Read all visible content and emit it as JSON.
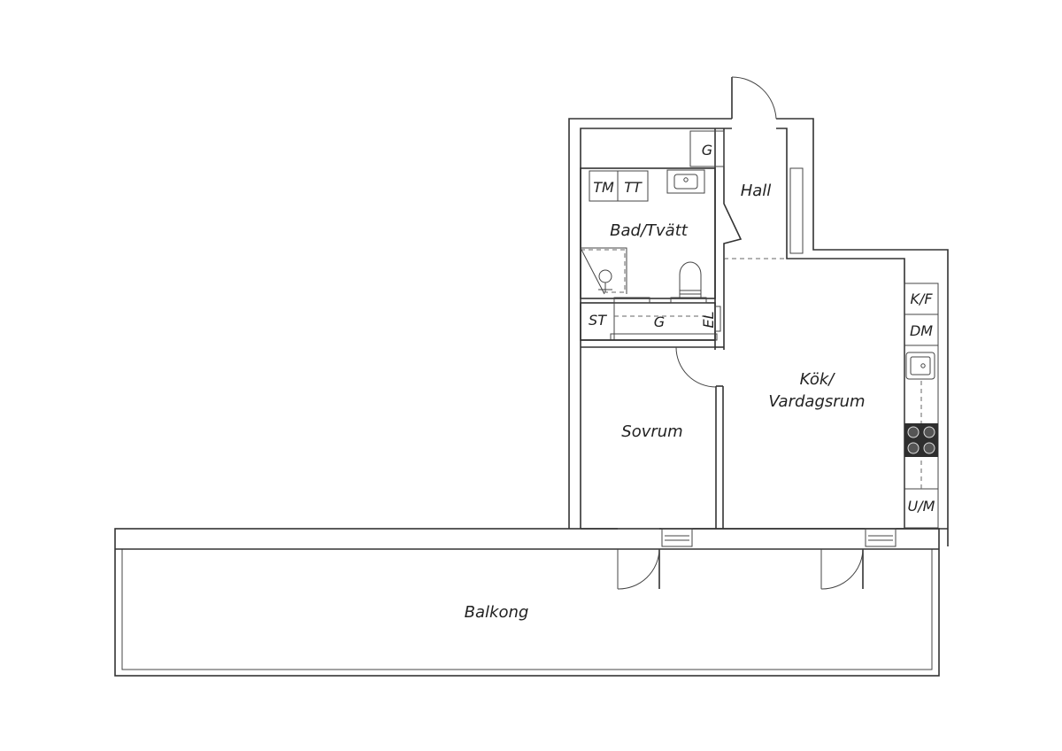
{
  "rooms": {
    "hall": "Hall",
    "bad": "Bad/Tvätt",
    "kok_line1": "Kök/",
    "kok_line2": "Vardagsrum",
    "sovrum": "Sovrum",
    "balkong": "Balkong"
  },
  "fixtures": {
    "garderob_hall": "G",
    "tm": "TM",
    "tt": "TT",
    "st": "ST",
    "garderob_closet": "G",
    "el": "EL",
    "kf": "K/F",
    "dm": "DM",
    "um": "U/M"
  }
}
